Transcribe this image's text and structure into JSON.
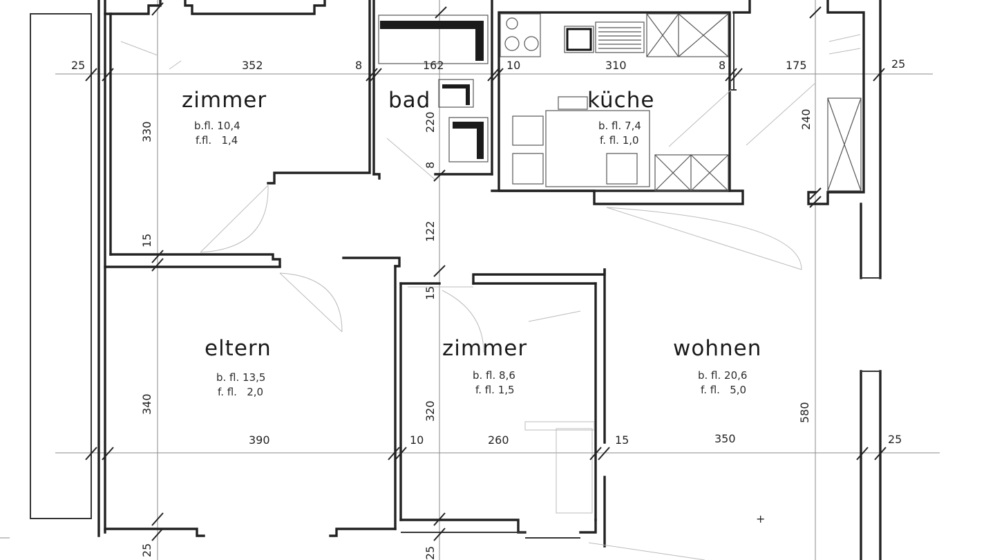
{
  "rooms": [
    {
      "id": "zimmer-1",
      "label": "zimmer",
      "bfl": "b.fl. 10,4",
      "ffl": "f.fl.   1,4"
    },
    {
      "id": "bad",
      "label": "bad"
    },
    {
      "id": "kueche",
      "label": "küche",
      "bfl": "b. fl. 7,4",
      "ffl": "f. fl. 1,0"
    },
    {
      "id": "eltern",
      "label": "eltern",
      "bfl": "b. fl. 13,5",
      "ffl": "f. fl.   2,0"
    },
    {
      "id": "zimmer-2",
      "label": "zimmer",
      "bfl": "b. fl. 8,6",
      "ffl": "f. fl. 1,5"
    },
    {
      "id": "wohnen",
      "label": "wohnen",
      "bfl": "b. fl. 20,6",
      "ffl": "f. fl.   5,0"
    }
  ],
  "dimensions": {
    "top": [
      "25",
      "352",
      "8",
      "162",
      "10",
      "310",
      "8",
      "175",
      "25"
    ],
    "bottom": [
      "390",
      "10",
      "260",
      "15",
      "350",
      "25"
    ],
    "vertical": [
      "330",
      "220",
      "8",
      "240",
      "15",
      "122",
      "15",
      "340",
      "320",
      "580",
      "25",
      "25"
    ]
  }
}
